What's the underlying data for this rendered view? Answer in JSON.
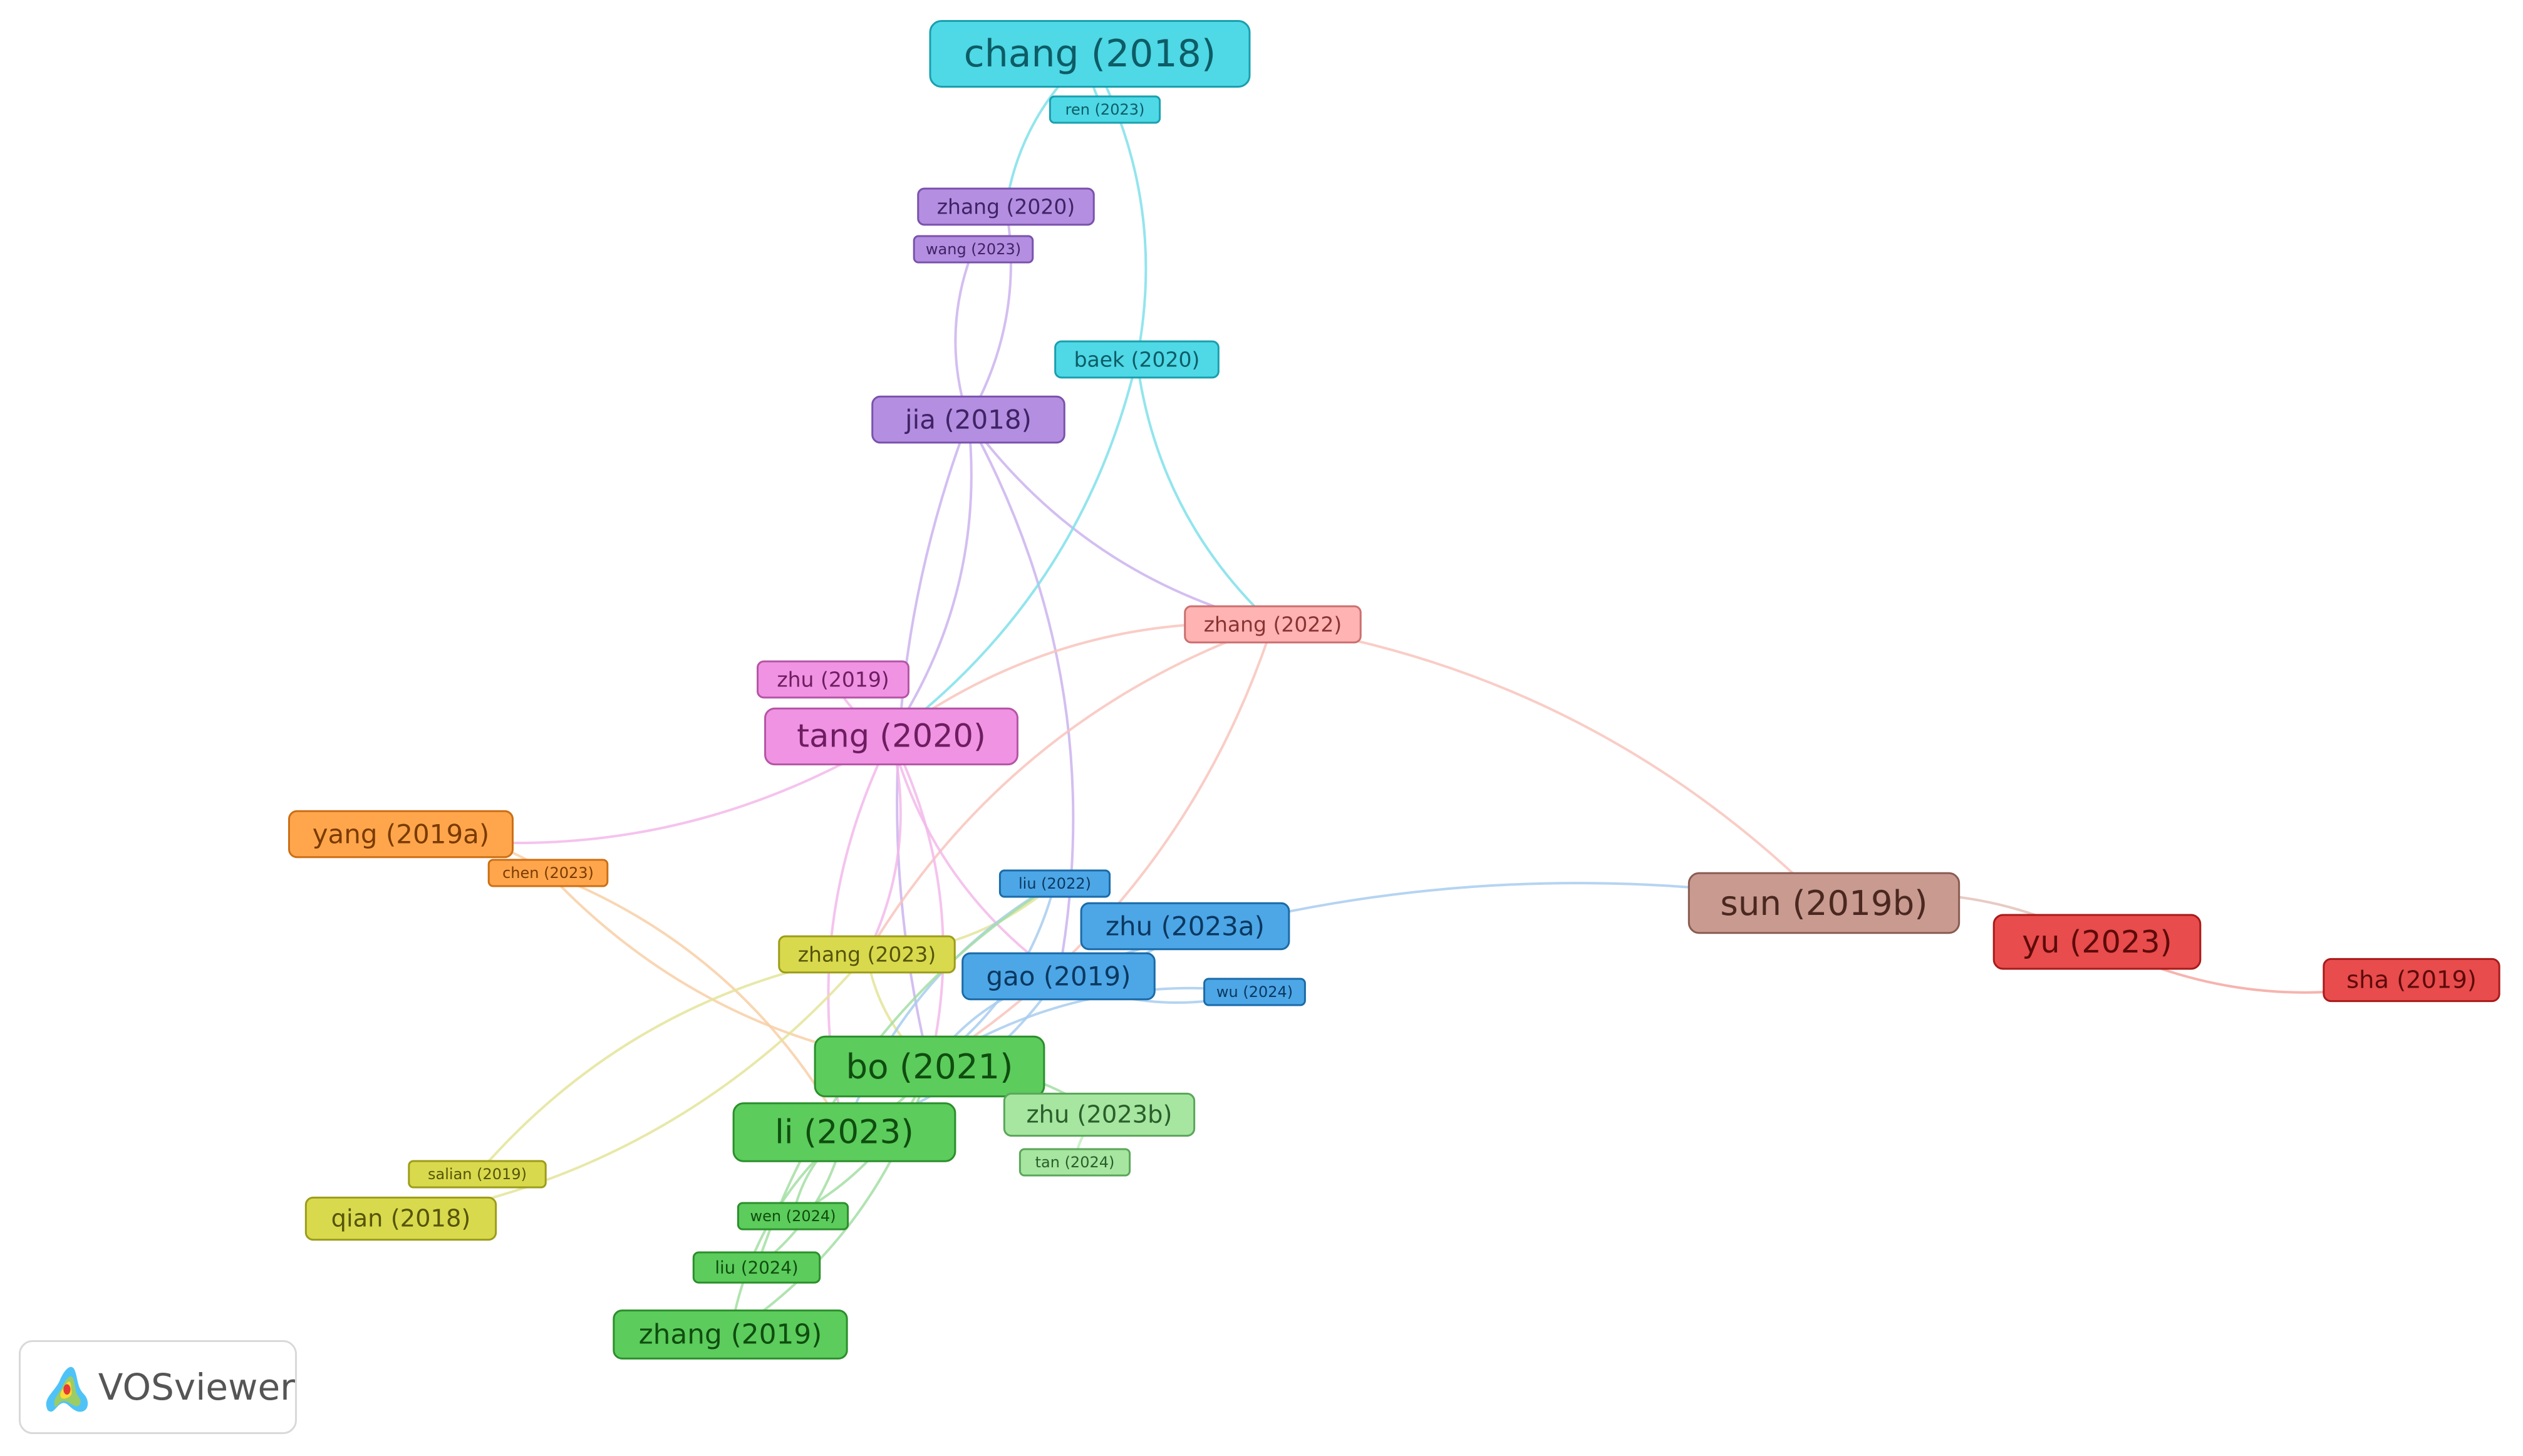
{
  "brand": {
    "name": "VOSviewer",
    "logo_icon": "vosviewer-logo-icon"
  },
  "diagram": {
    "type": "bibliometric citation network",
    "clusters": {
      "cyan": {
        "fill": "#4fd8e6",
        "stroke": "#1a9fae",
        "text": "#0d5c66",
        "edge": "#7fe0ea"
      },
      "purple": {
        "fill": "#b48ee0",
        "stroke": "#7a52ad",
        "text": "#3f2366",
        "edge": "#cbb3ef"
      },
      "pink": {
        "fill": "#ef93e2",
        "stroke": "#b554a6",
        "text": "#6e1d60",
        "edge": "#f3b8ea"
      },
      "salmon": {
        "fill": "#ffb3b3",
        "stroke": "#cc6f6f",
        "text": "#8a3333",
        "edge": "#f8c4bc"
      },
      "orange": {
        "fill": "#ffa64d",
        "stroke": "#cc6f14",
        "text": "#7a3b00",
        "edge": "#f8cfa6"
      },
      "yellow": {
        "fill": "#d9d94d",
        "stroke": "#9c9c1a",
        "text": "#55550a",
        "edge": "#e4e49a"
      },
      "blue": {
        "fill": "#4da6e6",
        "stroke": "#1a6ba8",
        "text": "#0a3860",
        "edge": "#a8ccef"
      },
      "green": {
        "fill": "#5ccc5c",
        "stroke": "#2b8f2b",
        "text": "#0f4d0f",
        "edge": "#a3dea3"
      },
      "light-green": {
        "fill": "#a6e6a0",
        "stroke": "#5aa65a",
        "text": "#2a5e2a",
        "edge": "#c2eec2"
      },
      "brown": {
        "fill": "#c99a8f",
        "stroke": "#8a5c52",
        "text": "#4a2820",
        "edge": "#e3c2ba"
      },
      "red": {
        "fill": "#e84c4c",
        "stroke": "#a81a1a",
        "text": "#5e0a0a",
        "edge": "#f4a7a0"
      }
    },
    "nodes": [
      {
        "id": "chang2018",
        "label": "chang (2018)",
        "cluster": "cyan",
        "size": 3
      },
      {
        "id": "ren2023",
        "label": "ren (2023)",
        "cluster": "cyan",
        "size": 1
      },
      {
        "id": "zhang2020",
        "label": "zhang (2020)",
        "cluster": "purple",
        "size": 1.5
      },
      {
        "id": "wang2023",
        "label": "wang (2023)",
        "cluster": "purple",
        "size": 1
      },
      {
        "id": "baek2020",
        "label": "baek (2020)",
        "cluster": "cyan",
        "size": 1.5
      },
      {
        "id": "jia2018",
        "label": "jia (2018)",
        "cluster": "purple",
        "size": 2
      },
      {
        "id": "zhang2022",
        "label": "zhang (2022)",
        "cluster": "salmon",
        "size": 1.5
      },
      {
        "id": "zhu2019",
        "label": "zhu (2019)",
        "cluster": "pink",
        "size": 1.5
      },
      {
        "id": "tang2020",
        "label": "tang (2020)",
        "cluster": "pink",
        "size": 2.5
      },
      {
        "id": "yang2019a",
        "label": "yang (2019a)",
        "cluster": "orange",
        "size": 2
      },
      {
        "id": "chen2023",
        "label": "chen (2023)",
        "cluster": "orange",
        "size": 1
      },
      {
        "id": "liu2022",
        "label": "liu (2022)",
        "cluster": "blue",
        "size": 1
      },
      {
        "id": "zhu2023a",
        "label": "zhu (2023a)",
        "cluster": "blue",
        "size": 2
      },
      {
        "id": "zhang2023",
        "label": "zhang (2023)",
        "cluster": "yellow",
        "size": 1.5
      },
      {
        "id": "gao2019",
        "label": "gao (2019)",
        "cluster": "blue",
        "size": 2
      },
      {
        "id": "wu2024",
        "label": "wu (2024)",
        "cluster": "blue",
        "size": 1
      },
      {
        "id": "sun2019b",
        "label": "sun (2019b)",
        "cluster": "brown",
        "size": 2.7
      },
      {
        "id": "yu2023",
        "label": "yu (2023)",
        "cluster": "red",
        "size": 2.4
      },
      {
        "id": "sha2019",
        "label": "sha (2019)",
        "cluster": "red",
        "size": 1.8
      },
      {
        "id": "bo2021",
        "label": "bo (2021)",
        "cluster": "green",
        "size": 2.7
      },
      {
        "id": "zhu2023b",
        "label": "zhu (2023b)",
        "cluster": "light-green",
        "size": 1.8
      },
      {
        "id": "li2023",
        "label": "li (2023)",
        "cluster": "green",
        "size": 2.6
      },
      {
        "id": "tan2024",
        "label": "tan (2024)",
        "cluster": "light-green",
        "size": 1
      },
      {
        "id": "salian2019",
        "label": "salian (2019)",
        "cluster": "yellow",
        "size": 1
      },
      {
        "id": "qian2018",
        "label": "qian (2018)",
        "cluster": "yellow",
        "size": 1.8
      },
      {
        "id": "wen2024",
        "label": "wen (2024)",
        "cluster": "green",
        "size": 1
      },
      {
        "id": "liu2024",
        "label": "liu (2024)",
        "cluster": "green",
        "size": 1.2
      },
      {
        "id": "zhang2019",
        "label": "zhang (2019)",
        "cluster": "green",
        "size": 2.1
      }
    ],
    "links": [
      [
        "chang2018",
        "ren2023"
      ],
      [
        "chang2018",
        "baek2020"
      ],
      [
        "chang2018",
        "zhang2020"
      ],
      [
        "zhang2020",
        "jia2018"
      ],
      [
        "wang2023",
        "jia2018"
      ],
      [
        "jia2018",
        "tang2020"
      ],
      [
        "jia2018",
        "zhang2022"
      ],
      [
        "jia2018",
        "gao2019"
      ],
      [
        "jia2018",
        "bo2021"
      ],
      [
        "baek2020",
        "tang2020"
      ],
      [
        "baek2020",
        "zhang2022"
      ],
      [
        "zhang2022",
        "sun2019b"
      ],
      [
        "zhang2022",
        "tang2020"
      ],
      [
        "zhang2022",
        "bo2021"
      ],
      [
        "zhang2022",
        "zhang2023"
      ],
      [
        "tang2020",
        "yang2019a"
      ],
      [
        "tang2020",
        "li2023"
      ],
      [
        "tang2020",
        "bo2021"
      ],
      [
        "tang2020",
        "gao2019"
      ],
      [
        "tang2020",
        "zhang2023"
      ],
      [
        "zhu2019",
        "tang2020"
      ],
      [
        "yang2019a",
        "chen2023"
      ],
      [
        "chen2023",
        "bo2021"
      ],
      [
        "chen2023",
        "li2023"
      ],
      [
        "zhang2023",
        "liu2022"
      ],
      [
        "zhang2023",
        "qian2018"
      ],
      [
        "zhang2023",
        "bo2021"
      ],
      [
        "liu2022",
        "bo2021"
      ],
      [
        "liu2022",
        "li2023"
      ],
      [
        "zhu2023a",
        "gao2019"
      ],
      [
        "gao2019",
        "bo2021"
      ],
      [
        "gao2019",
        "li2023"
      ],
      [
        "gao2019",
        "wu2024"
      ],
      [
        "gao2019",
        "sun2019b"
      ],
      [
        "wu2024",
        "bo2021"
      ],
      [
        "sun2019b",
        "yu2023"
      ],
      [
        "yu2023",
        "sha2019"
      ],
      [
        "bo2021",
        "li2023"
      ],
      [
        "li2023",
        "wen2024"
      ],
      [
        "li2023",
        "liu2024"
      ],
      [
        "li2023",
        "zhang2019"
      ],
      [
        "bo2021",
        "zhu2023b"
      ],
      [
        "zhu2023b",
        "tan2024"
      ],
      [
        "salian2019",
        "zhang2023"
      ],
      [
        "wen2024",
        "bo2021"
      ],
      [
        "liu2024",
        "liu2022"
      ],
      [
        "zhang2019",
        "bo2021"
      ]
    ]
  }
}
